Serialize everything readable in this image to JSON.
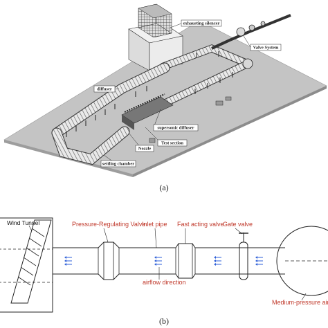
{
  "panel_a": {
    "caption": "(a)",
    "callouts": {
      "exhausting_silencer": "exhausting silencer",
      "valve_system": "Valve System",
      "diffuser": "diffuser",
      "supersonic_diffuser": "supersonic diffuser",
      "nozzle": "Nozzle",
      "test_section": "Test section",
      "settling_chamber": "settling chamber"
    }
  },
  "panel_b": {
    "caption": "(b)",
    "labels": {
      "wind_tunnel": "Wind Tunnel",
      "pressure_regulating_valve": "Pressure-Regulating Valve",
      "inlet_pipe": "Inlet pipe",
      "fast_acting_valve": "Fast acting valve",
      "gate_valve": "Gate valve",
      "airflow_direction": "airflow direction",
      "medium_pressure_air": "Medium-pressure air"
    }
  },
  "colors": {
    "label_red": "#c0392b",
    "airflow_arrow": "#2e5fd8",
    "floor": "#c4c4c4",
    "pipe_fill": "#e6e6e6"
  }
}
